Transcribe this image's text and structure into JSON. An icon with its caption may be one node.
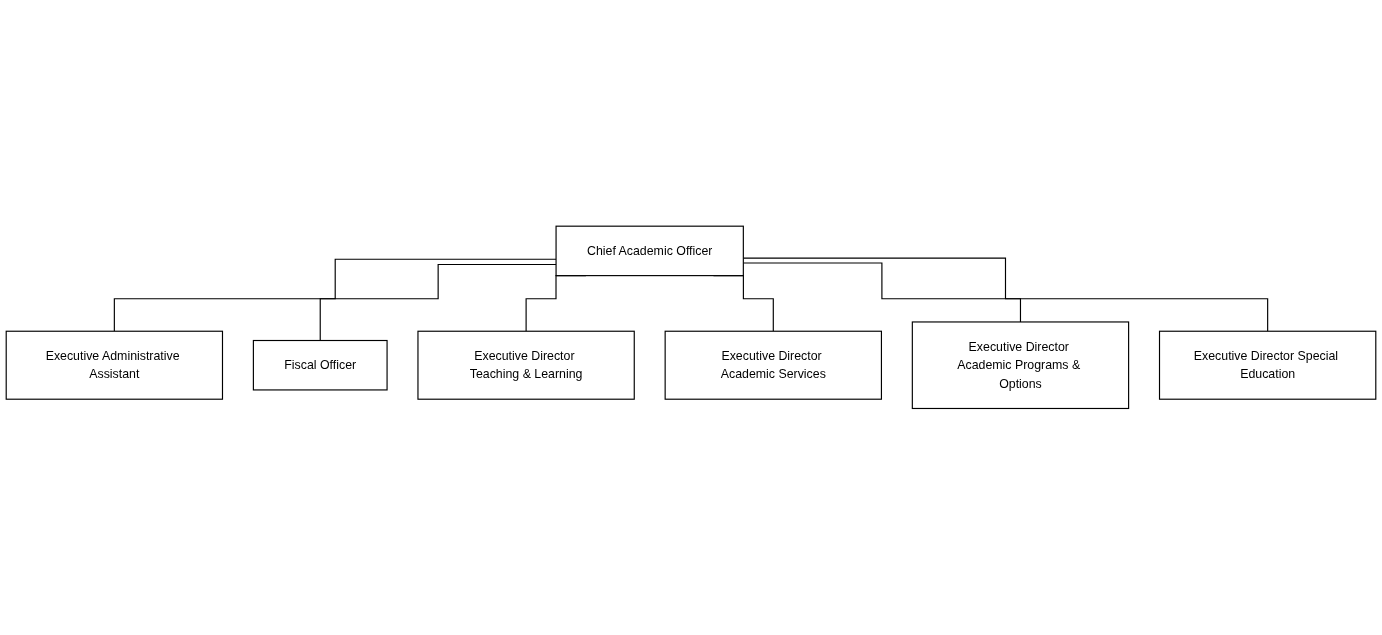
{
  "diagram": {
    "nodes": [
      {
        "text": [
          "Chief Academic Officer"
        ]
      },
      {
        "text": [
          "Executive Administrative Assistant"
        ]
      },
      {
        "text": [
          "Fiscal Officer"
        ]
      },
      {
        "text": [
          "Executive Director Teaching & Learning"
        ]
      },
      {
        "text": [
          "Executive Director Academic Services"
        ]
      },
      {
        "text": [
          "Executive Director Academic Programs & Options"
        ]
      },
      {
        "text": [
          "Executive Director Special Education"
        ]
      }
    ],
    "edges": [
      {
        "from": 0,
        "to": 1,
        "arrow": "none"
      },
      {
        "from": 0,
        "to": 2,
        "arrow": "none"
      },
      {
        "from": 0,
        "to": 3,
        "arrow": "none"
      },
      {
        "from": 0,
        "to": 4,
        "arrow": "none"
      },
      {
        "from": 0,
        "to": 5,
        "arrow": "none"
      },
      {
        "from": 0,
        "to": 6,
        "arrow": "none"
      }
    ]
  }
}
